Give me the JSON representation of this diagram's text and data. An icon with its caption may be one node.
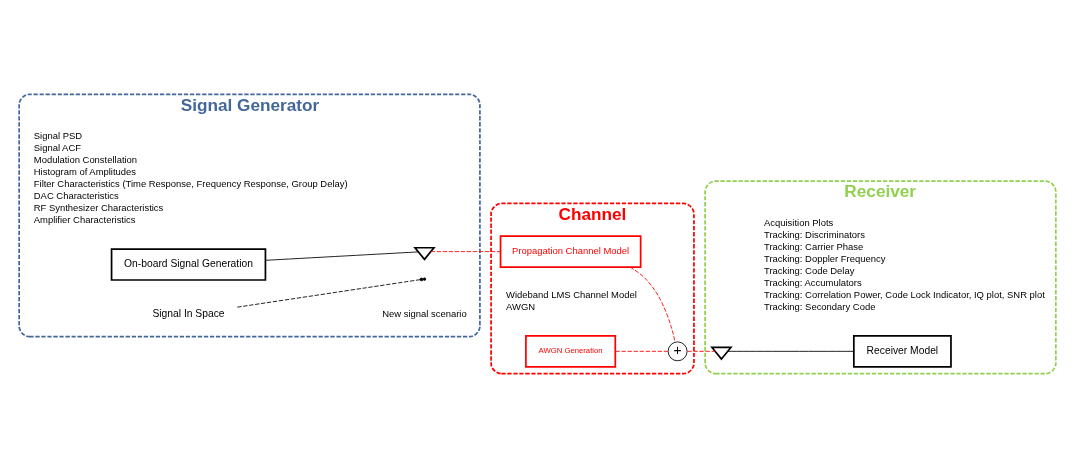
{
  "diagram": {
    "nodes": [
      {
        "text": [
          "Signal Generator"
        ]
      },
      {
        "text": [],
        "shape": "antenna",
        "in": 0
      },
      {
        "text": [
          "On-board Signal Generation"
        ],
        "in": 0
      },
      {
        "text": [
          "Signal In Space"
        ],
        "in": 0
      },
      {
        "text": [
          "Channel"
        ]
      },
      {
        "text": [
          "Propagation Channel Model"
        ],
        "in": 4
      },
      {
        "text": [
          "+"
        ],
        "in": 4
      },
      {
        "text": [
          "AWGN Generation"
        ],
        "in": 4
      },
      {
        "text": [
          "Receiver"
        ]
      },
      {
        "text": [],
        "shape": "antenna",
        "in": 8
      },
      {
        "text": [
          "Receiver Model"
        ],
        "in": 8
      }
    ],
    "edges": [
      {
        "from": 2,
        "to": 1,
        "arrow": "none",
        "color": "#000000"
      },
      {
        "from": 1,
        "to": 5,
        "arrow": "none",
        "style": "dashed"
      },
      {
        "from": 3,
        "to": null,
        "arrow": "other",
        "style": "dashed",
        "color": "#000000"
      },
      {
        "from": 5,
        "to": 6,
        "arrow": "none",
        "style": "dashed"
      },
      {
        "from": 7,
        "to": 6,
        "arrow": "none",
        "style": "dashed"
      },
      {
        "from": 6,
        "to": 9,
        "arrow": "none",
        "style": "dashed"
      },
      {
        "from": 9,
        "to": 10,
        "arrow": "none",
        "color": "#000000"
      }
    ],
    "labels": [
      "New signal scenario",
      "Signal PSD",
      "Signal ACF",
      "Modulation Constellation",
      "Histogram of Amplitudes",
      "Filter Characteristics (Time Response, Frequency Response, Group Delay)",
      "DAC Characteristics",
      "RF Synthesizer Characteristics",
      "Amplifier Characteristics",
      "Wideband LMS Channel Model",
      "AWGN",
      "Acquisition Plots",
      "Tracking: Discriminators",
      "Tracking: Carrier Phase",
      "Tracking: Doppler Frequency",
      "Tracking: Code Delay",
      "Tracking: Accumulators",
      "Tracking: Correlation Power, Code Lock Indicator, IQ plot, SNR plot",
      "Tracking: Secondary Code"
    ]
  }
}
